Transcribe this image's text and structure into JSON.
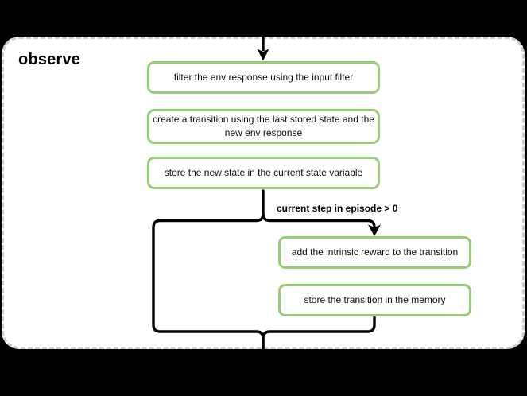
{
  "diagram": {
    "title": "observe",
    "nodes": [
      {
        "id": "filter-env-response",
        "label": "filter the env response using the input filter"
      },
      {
        "id": "create-transition",
        "label": "create a transition using the last stored state and the new env response"
      },
      {
        "id": "store-new-state",
        "label": "store the new state in the current state variable"
      },
      {
        "id": "add-intrinsic-reward",
        "label": "add the intrinsic reward to the transition"
      },
      {
        "id": "store-transition",
        "label": "store the transition in the memory"
      }
    ],
    "branch_condition": "current step in episode > 0",
    "colors": {
      "background": "#000000",
      "panel_fill": "#ffffff",
      "panel_border": "#cccccc",
      "node_border": "#97cb75",
      "node_fill": "#ffffff",
      "connector": "#000000",
      "text": "#000000"
    }
  }
}
